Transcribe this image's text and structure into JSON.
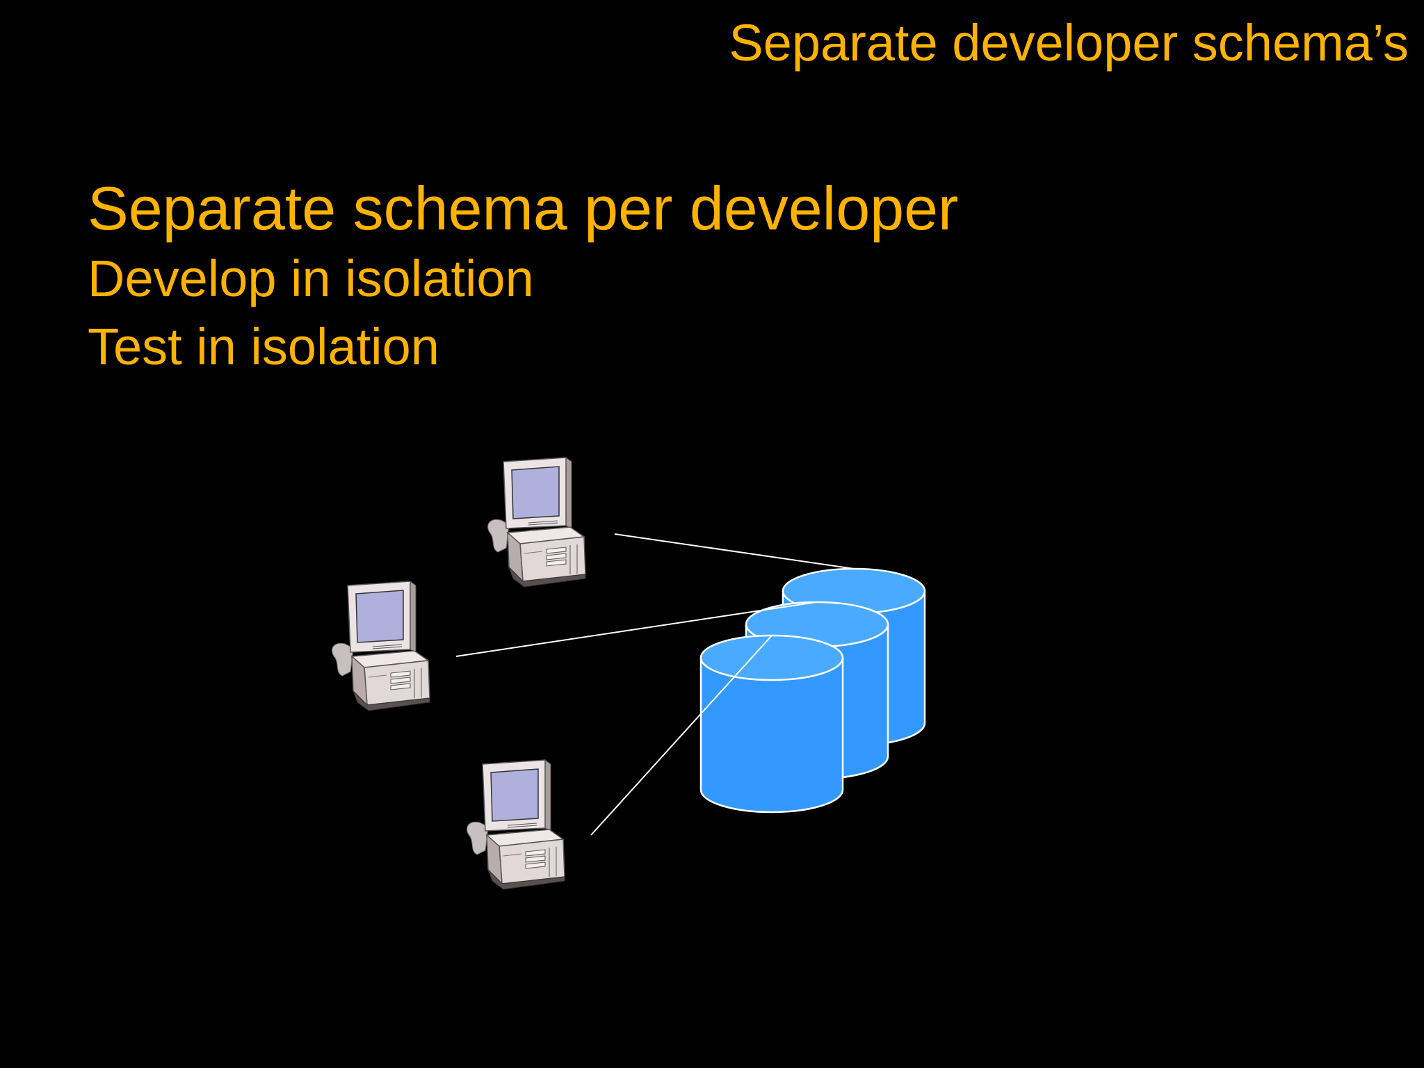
{
  "slide": {
    "title": "Separate developer schema’s",
    "bullets": [
      "Separate schema per developer",
      "Develop in isolation",
      "Test in isolation"
    ]
  },
  "diagram": {
    "workstations": [
      {
        "icon": "computer-workstation-icon"
      },
      {
        "icon": "computer-workstation-icon"
      },
      {
        "icon": "computer-workstation-icon"
      }
    ],
    "databases": [
      {
        "icon": "database-cylinder-icon"
      },
      {
        "icon": "database-cylinder-icon"
      },
      {
        "icon": "database-cylinder-icon"
      }
    ]
  },
  "colors": {
    "background": "#000000",
    "text": "#FFB300",
    "database_fill": "#3399FF",
    "database_top": "#4AAAFF",
    "database_stroke": "#FFFFFF",
    "connector": "#FFFFFF",
    "monitor_screen": "#B0B0DD",
    "computer_body": "#E8E0E0",
    "computer_shadow": "#C0B8B8"
  }
}
